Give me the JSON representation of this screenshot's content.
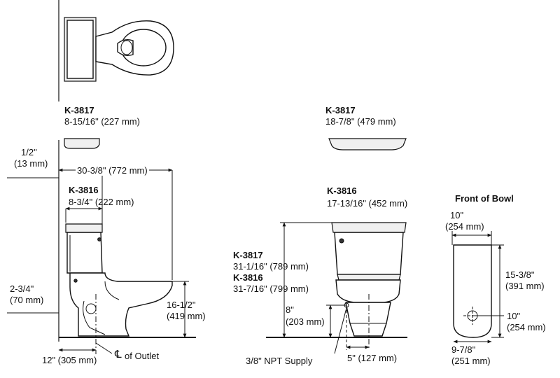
{
  "top_view": {
    "k3817_model": "K-3817",
    "k3817_dim": "8-15/16\" (227 mm)"
  },
  "tank_lid_view": {
    "k3817_model": "K-3817",
    "k3817_dim": "18-7/8\" (479 mm)"
  },
  "side_view": {
    "wall_offset_1": "1/2\"",
    "wall_offset_2": "(13 mm)",
    "length": "30-3/8\" (772 mm)",
    "k3816_model": "K-3816",
    "k3816_dim": "8-3/4\" (222 mm)",
    "floor_offset_1": "2-3/4\"",
    "floor_offset_2": "(70 mm)",
    "rim_height_1": "16-1/2\"",
    "rim_height_2": "(419 mm)",
    "outlet_dist": "12\" (305 mm)",
    "outlet_label": "of Outlet",
    "centerline_symbol": "℄"
  },
  "front_view": {
    "k3816_model": "K-3816",
    "k3816_dim": "17-13/16\" (452 mm)",
    "k3817_model": "K-3817",
    "k3817_height": "31-1/16\" (789 mm)",
    "k3816_model_b": "K-3816",
    "k3816_height": "31-7/16\" (799 mm)",
    "supply_height_1": "8\"",
    "supply_height_2": "(203 mm)",
    "supply_label": "3/8\" NPT Supply",
    "supply_offset": "5\" (127 mm)"
  },
  "bowl_front": {
    "title": "Front of Bowl",
    "top_width_1": "10\"",
    "top_width_2": "(254 mm)",
    "length_1": "15-3/8\"",
    "length_2": "(391 mm)",
    "outlet_1": "10\"",
    "outlet_2": "(254 mm)",
    "bottom_width_1": "9-7/8\"",
    "bottom_width_2": "(251 mm)"
  }
}
